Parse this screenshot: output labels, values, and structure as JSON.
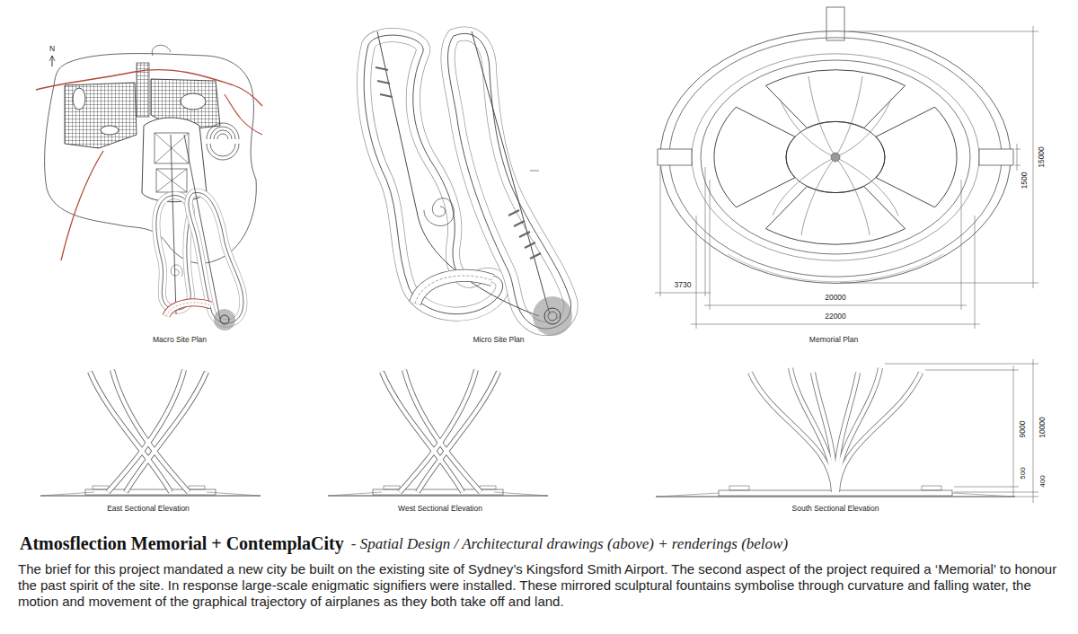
{
  "diagram": {
    "title": "Atmosflection Memorial + ContemplaCity",
    "caption": "The brief for this project mandated a new city be built on the existing site of Sydney’s Kingsford Smith Airport. The second aspect of the project required a ‘Memorial’ to honour the past spirit of the site. In response large-scale enigmatic signifiers were installed. These mirrored sculptural fountains symbolise through curvature and falling water, the motion and movement of the graphical trajectory of airplanes as they both take off and land.",
    "labels": [
      "N",
      "Macro Site Plan",
      "Micro Site Plan",
      "1500",
      "15000",
      "3730",
      "20000",
      "22000",
      "Memorial Plan",
      "East Sectional Elevation",
      "West Sectional Elevation",
      "10000",
      "9000",
      "500",
      "400",
      "South Sectional Elevation",
      "- Spatial Design / Architectural drawings (above) + renderings (below)"
    ]
  }
}
